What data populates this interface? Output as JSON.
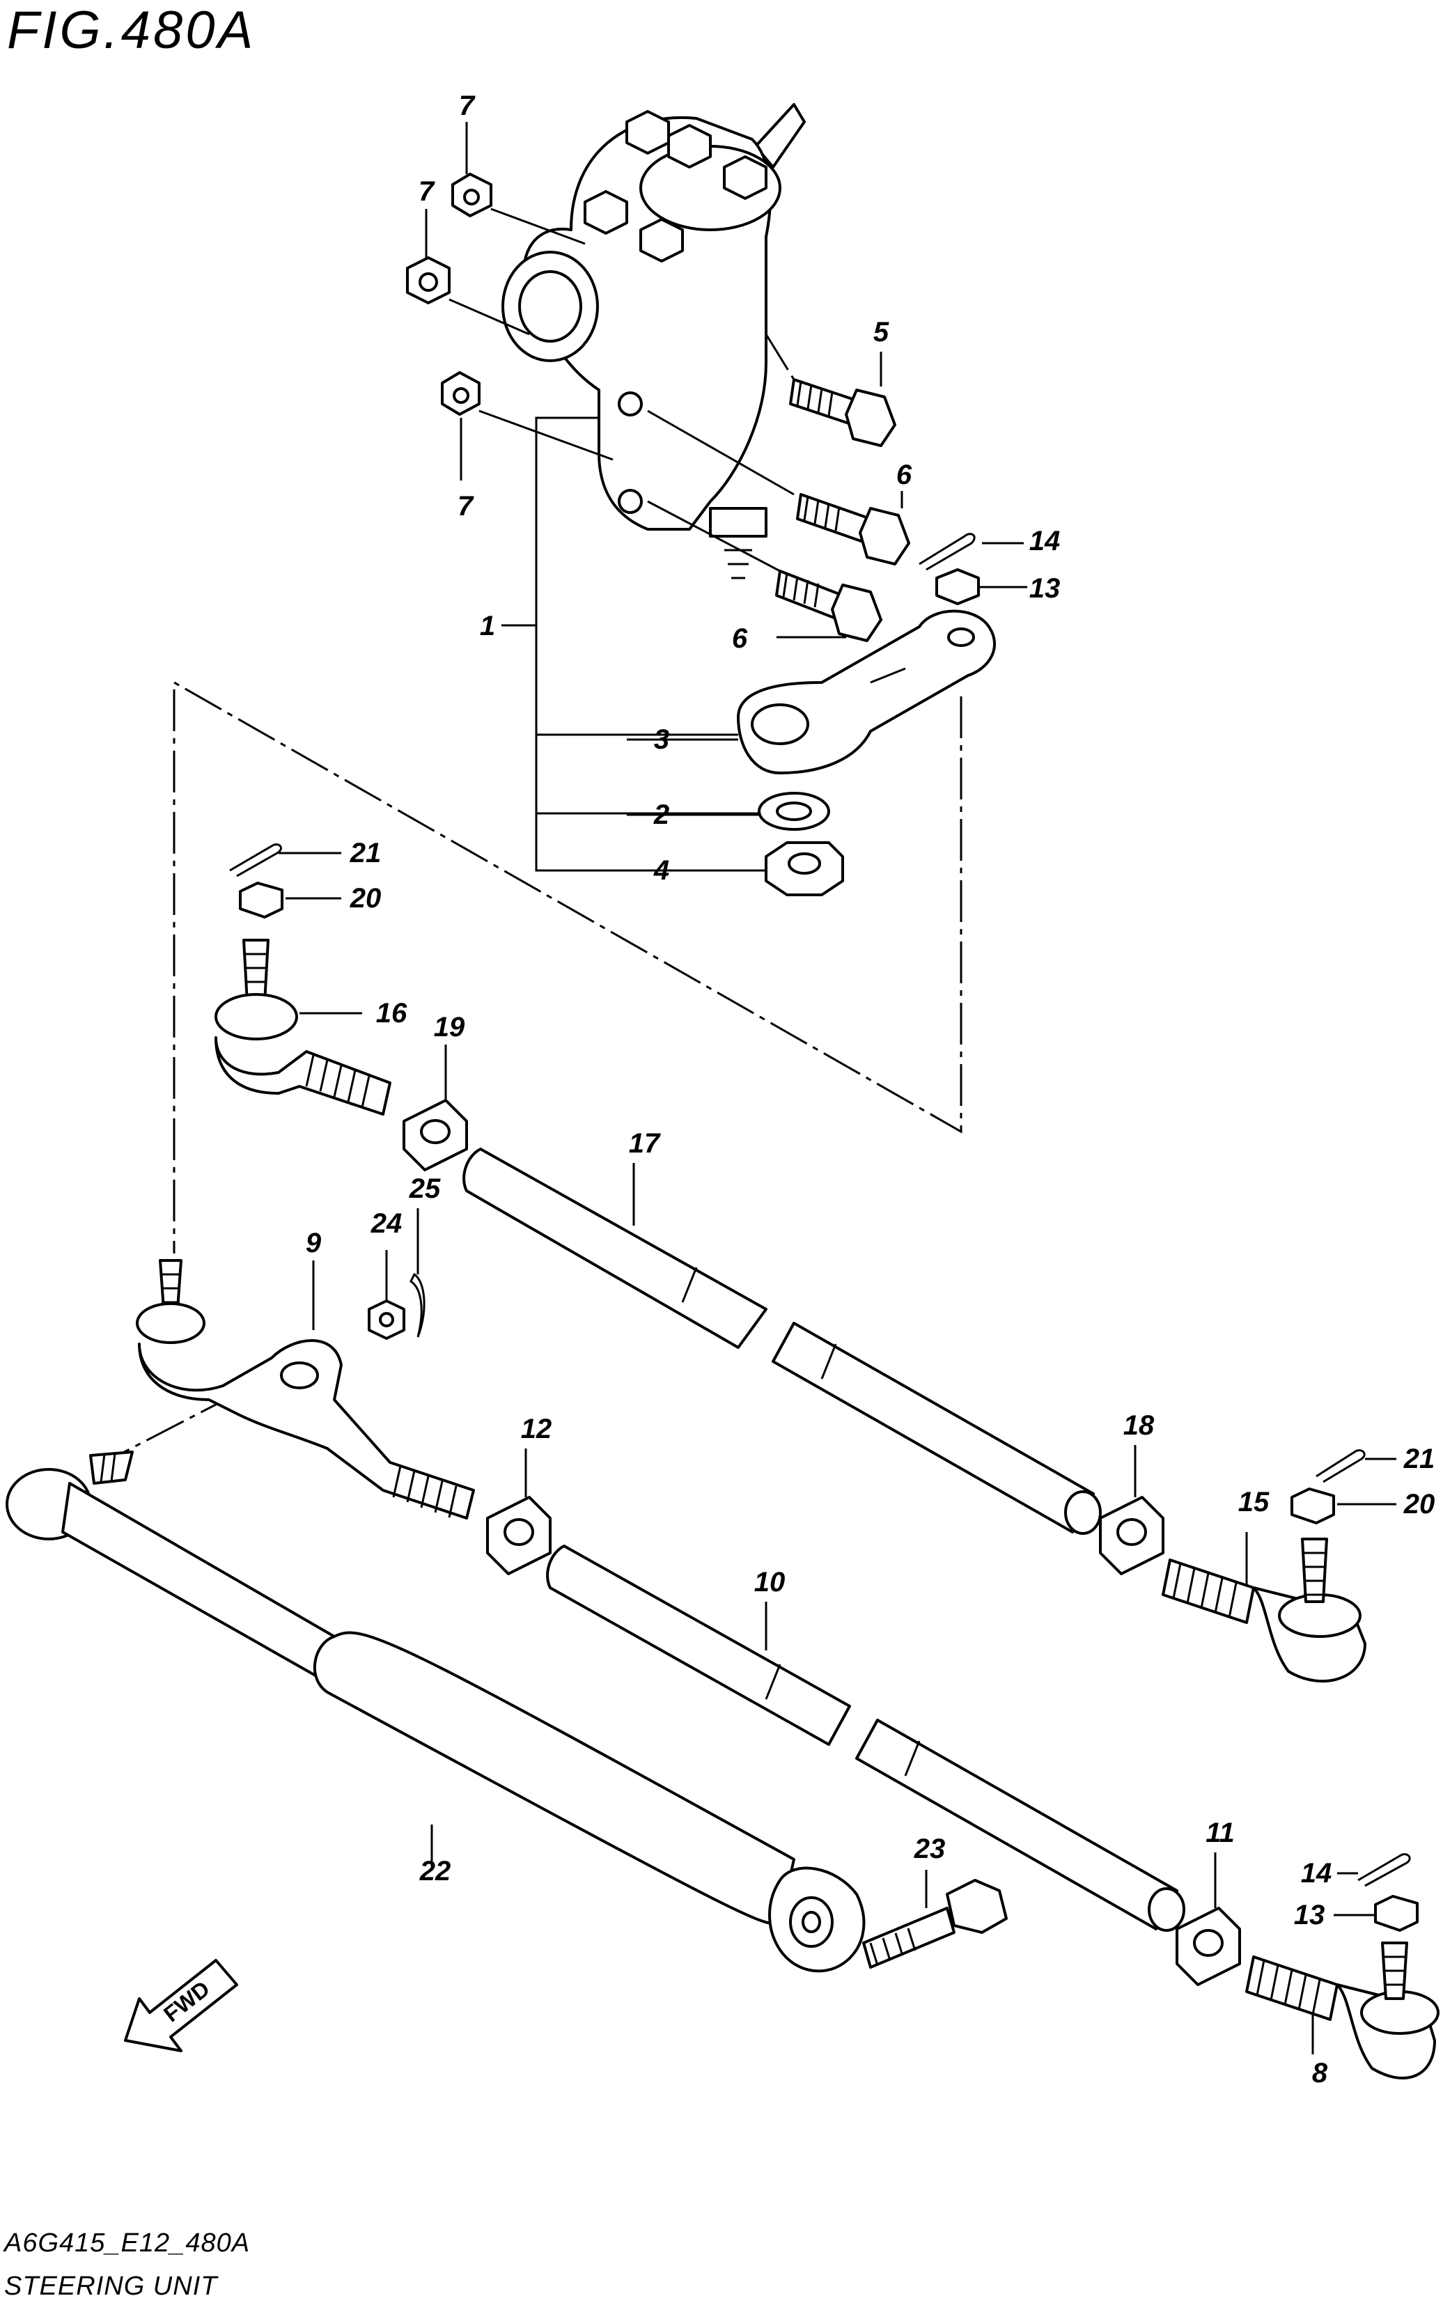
{
  "figure": {
    "title": "FIG.480A",
    "code": "A6G415_E12_480A",
    "name": "STEERING UNIT",
    "direction_label": "FWD"
  },
  "callouts": [
    {
      "id": "1",
      "label": "1"
    },
    {
      "id": "2",
      "label": "2"
    },
    {
      "id": "3",
      "label": "3"
    },
    {
      "id": "4",
      "label": "4"
    },
    {
      "id": "5",
      "label": "5"
    },
    {
      "id": "6a",
      "label": "6"
    },
    {
      "id": "6b",
      "label": "6"
    },
    {
      "id": "7a",
      "label": "7"
    },
    {
      "id": "7b",
      "label": "7"
    },
    {
      "id": "7c",
      "label": "7"
    },
    {
      "id": "8",
      "label": "8"
    },
    {
      "id": "9",
      "label": "9"
    },
    {
      "id": "10",
      "label": "10"
    },
    {
      "id": "11",
      "label": "11"
    },
    {
      "id": "12",
      "label": "12"
    },
    {
      "id": "13a",
      "label": "13"
    },
    {
      "id": "13b",
      "label": "13"
    },
    {
      "id": "14a",
      "label": "14"
    },
    {
      "id": "14b",
      "label": "14"
    },
    {
      "id": "15",
      "label": "15"
    },
    {
      "id": "16",
      "label": "16"
    },
    {
      "id": "17",
      "label": "17"
    },
    {
      "id": "18",
      "label": "18"
    },
    {
      "id": "19",
      "label": "19"
    },
    {
      "id": "20a",
      "label": "20"
    },
    {
      "id": "20b",
      "label": "20"
    },
    {
      "id": "21a",
      "label": "21"
    },
    {
      "id": "21b",
      "label": "21"
    },
    {
      "id": "22",
      "label": "22"
    },
    {
      "id": "23",
      "label": "23"
    },
    {
      "id": "24",
      "label": "24"
    },
    {
      "id": "25",
      "label": "25"
    }
  ]
}
